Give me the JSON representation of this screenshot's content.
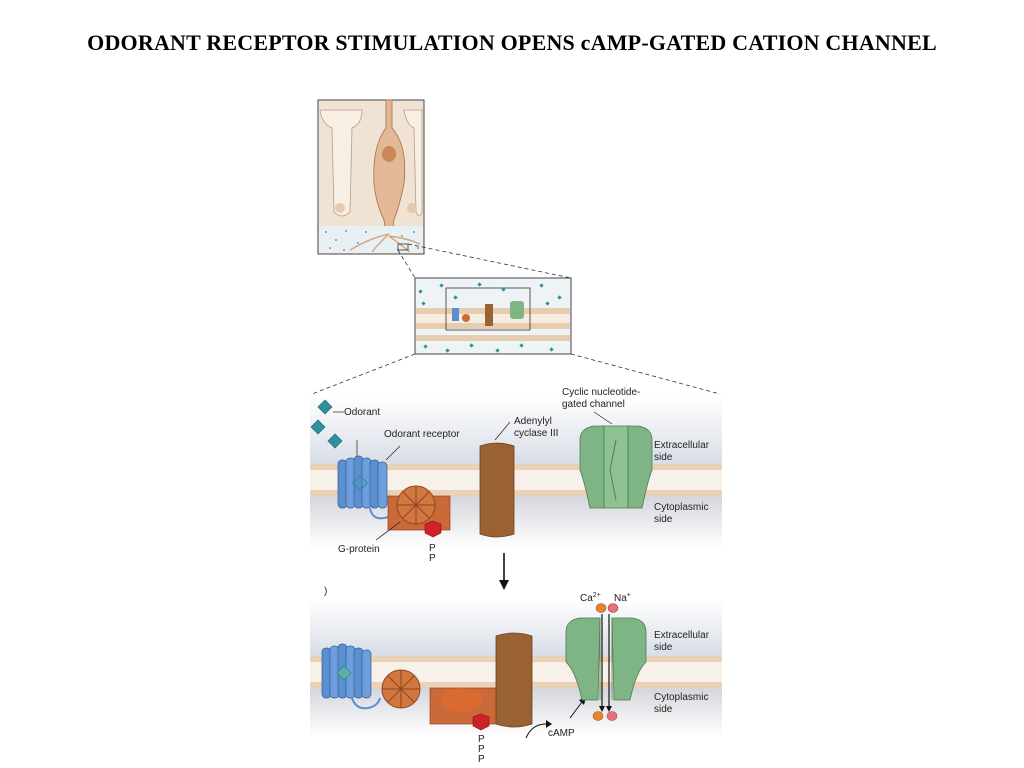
{
  "title": "ODORANT RECEPTOR STIMULATION OPENS cAMP-GATED CATION CHANNEL",
  "labels": {
    "odorant": "Odorant",
    "odorant_receptor": "Odorant receptor",
    "adenylyl_cyclase_1": "Adenylyl",
    "adenylyl_cyclase_2": "cyclase III",
    "channel_1": "Cyclic nucleotide-",
    "channel_2": "gated channel",
    "extracellular_1": "Extracellular",
    "extracellular_2": "side",
    "cytoplasmic_1": "Cytoplasmic",
    "cytoplasmic_2": "side",
    "g_protein": "G-protein",
    "gdp_p": "P",
    "ca": "Ca",
    "ca_charge": "2+",
    "na": "Na",
    "na_charge": "+",
    "extracellular_b1": "Extracellular",
    "extracellular_b2": "side",
    "cytoplasmic_b1": "Cytoplasmic",
    "cytoplasmic_b2": "side",
    "camp": "cAMP",
    "gtp_p": "P"
  },
  "colors": {
    "receptor": "#5b8fd0",
    "g_protein": "#c96a38",
    "adenylyl_cyclase": "#9a6233",
    "channel": "#7fb584",
    "odorant": "#2f8f9a",
    "phosphate": "#d0202a",
    "membrane": "#e9d2b8"
  }
}
